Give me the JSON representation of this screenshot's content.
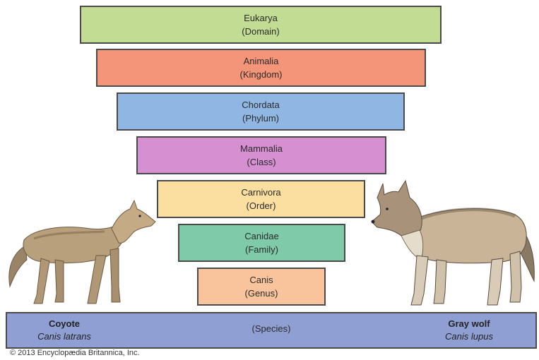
{
  "ranks": [
    {
      "name": "Eukarya",
      "level": "(Domain)",
      "color": "#c3dc93"
    },
    {
      "name": "Animalia",
      "level": "(Kingdom)",
      "color": "#f4957a"
    },
    {
      "name": "Chordata",
      "level": "(Phylum)",
      "color": "#90b7e3"
    },
    {
      "name": "Mammalia",
      "level": "(Class)",
      "color": "#d68fd0"
    },
    {
      "name": "Carnivora",
      "level": "(Order)",
      "color": "#fbdfa1"
    },
    {
      "name": "Canidae",
      "level": "(Family)",
      "color": "#7fcba9"
    },
    {
      "name": "Canis",
      "level": "(Genus)",
      "color": "#f9c49c"
    }
  ],
  "species": {
    "level": "(Species)",
    "color": "#8f9fd3"
  },
  "coyote": {
    "common": "Coyote",
    "scientific": "Canis latrans"
  },
  "wolf": {
    "common": "Gray wolf",
    "scientific": "Canis lupus"
  },
  "copyright": "© 2013 Encyclopædia Britannica, Inc."
}
